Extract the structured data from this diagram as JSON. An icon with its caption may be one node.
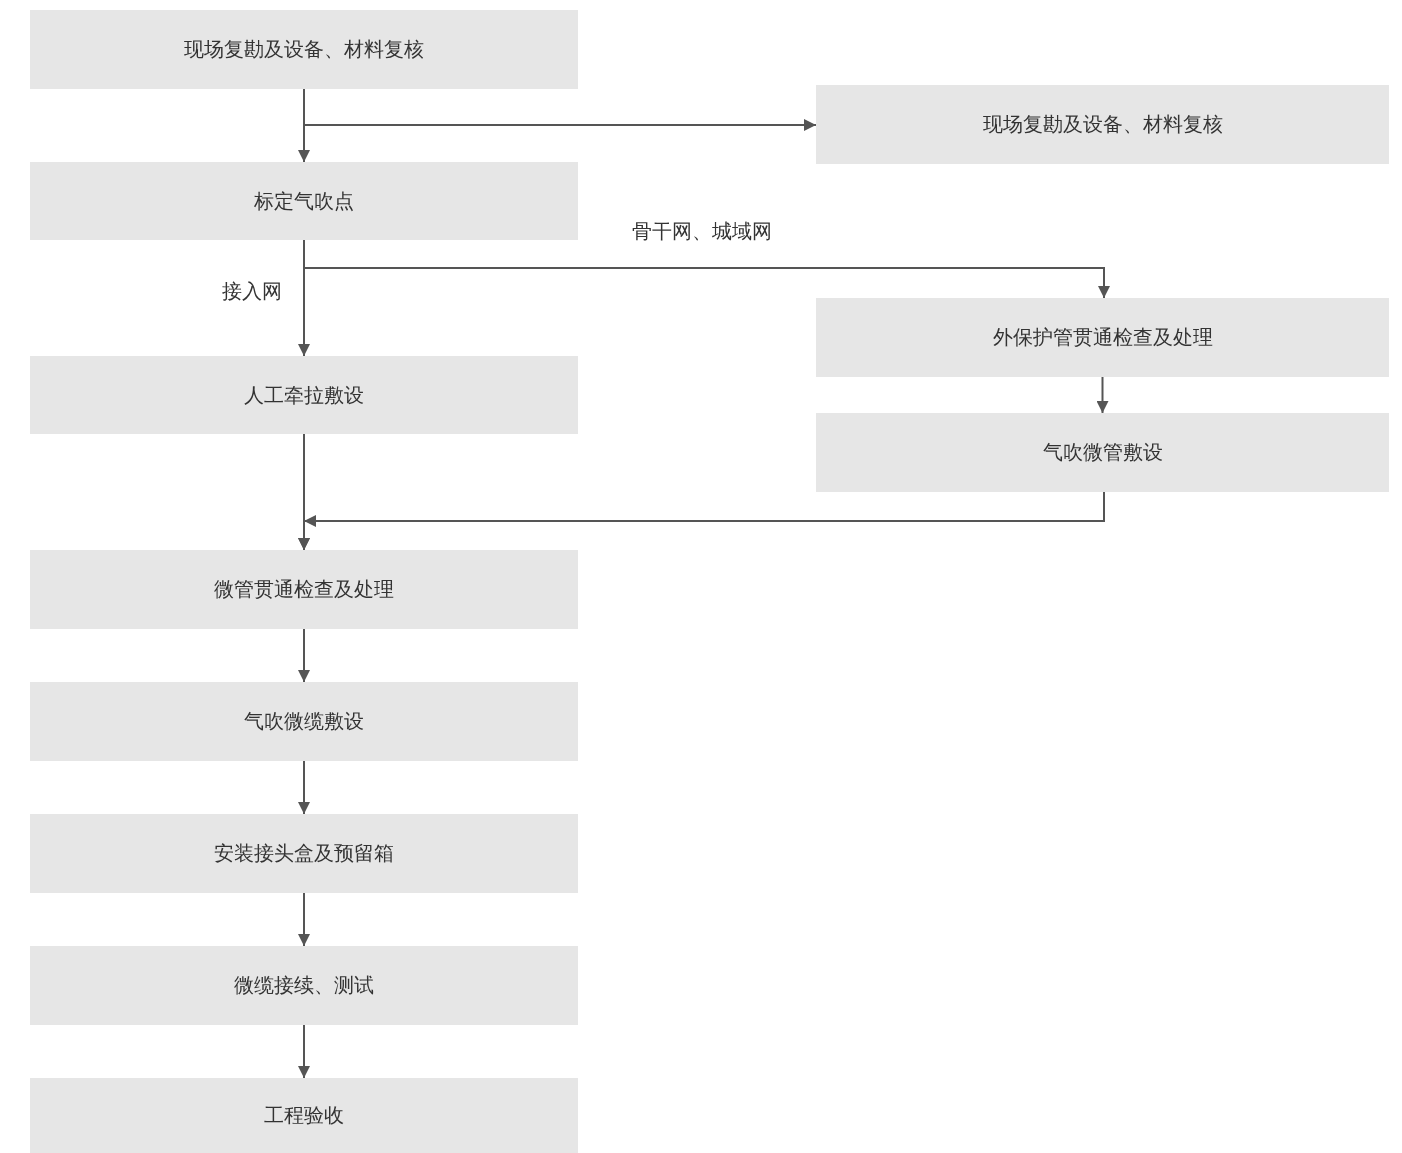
{
  "diagram": {
    "nodes": [
      {
        "text": [
          "现场复勘及设备、材料复核"
        ]
      },
      {
        "text": [
          "现场复勘及设备、材料复核"
        ]
      },
      {
        "text": [
          "标定气吹点"
        ]
      },
      {
        "text": [
          "人工牵拉敷设"
        ]
      },
      {
        "text": [
          "外保护管贯通检查及处理"
        ]
      },
      {
        "text": [
          "气吹微管敷设"
        ]
      },
      {
        "text": [
          "微管贯通检查及处理"
        ]
      },
      {
        "text": [
          "气吹微缆敷设"
        ]
      },
      {
        "text": [
          "安装接头盒及预留箱"
        ]
      },
      {
        "text": [
          "微缆接续、测试"
        ]
      },
      {
        "text": [
          "工程验收"
        ]
      }
    ],
    "edges": [
      {
        "from": 0,
        "to": 2,
        "arrow": "to"
      },
      {
        "from": 0,
        "to": 1,
        "arrow": "to"
      },
      {
        "from": 2,
        "to": 3,
        "arrow": "to",
        "label": "接入网"
      },
      {
        "from": 2,
        "to": 4,
        "arrow": "to",
        "label": "骨干网、城域网"
      },
      {
        "from": 4,
        "to": 5,
        "arrow": "to"
      },
      {
        "from": 3,
        "to": 6,
        "arrow": "to"
      },
      {
        "from": 5,
        "to": 6,
        "arrow": "to"
      },
      {
        "from": 6,
        "to": 7,
        "arrow": "to"
      },
      {
        "from": 7,
        "to": 8,
        "arrow": "to"
      },
      {
        "from": 8,
        "to": 9,
        "arrow": "to"
      },
      {
        "from": 9,
        "to": 10,
        "arrow": "to"
      }
    ]
  }
}
